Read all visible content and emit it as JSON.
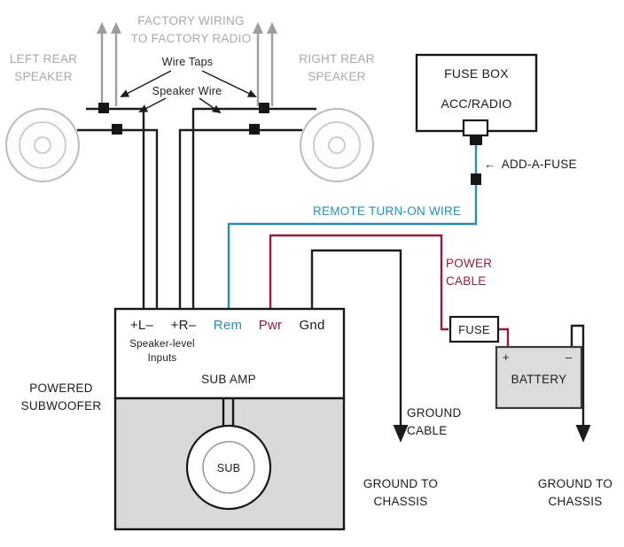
{
  "colors": {
    "gray_label": "#a9a9a9",
    "wire_black": "#1c1c1c",
    "remote_teal": "#2a8fae",
    "power_red": "#8e1f3d",
    "subwoofer_gray": "#d9d9d9",
    "battery_gray": "#dcdcdc"
  },
  "factory": {
    "wiring_line1": "FACTORY WIRING",
    "wiring_line2": "TO FACTORY RADIO"
  },
  "speakers": {
    "left_line1": "LEFT REAR",
    "left_line2": "SPEAKER",
    "right_line1": "RIGHT REAR",
    "right_line2": "SPEAKER",
    "wire_taps": "Wire Taps",
    "speaker_wire": "Speaker Wire"
  },
  "fuse_box": {
    "title": "FUSE BOX",
    "circuit": "ACC/RADIO",
    "add_a_fuse_arrow": "←",
    "add_a_fuse": "ADD-A-FUSE"
  },
  "remote": {
    "label": "REMOTE TURN-ON WIRE"
  },
  "power": {
    "cable_line1": "POWER",
    "cable_line2": "CABLE",
    "fuse": "FUSE",
    "battery": "BATTERY",
    "plus": "+",
    "minus": "–"
  },
  "amp": {
    "in_l": "+L–",
    "in_r": "+R–",
    "in_rem": "Rem",
    "in_pwr": "Pwr",
    "in_gnd": "Gnd",
    "inputs_line1": "Speaker-level",
    "inputs_line2": "Inputs",
    "title": "SUB AMP",
    "sub": "SUB",
    "powered_line1": "POWERED",
    "powered_line2": "SUBWOOFER"
  },
  "ground": {
    "cable_line1": "GROUND",
    "cable_line2": "CABLE",
    "chassis_amp_line1": "GROUND TO",
    "chassis_amp_line2": "CHASSIS",
    "chassis_batt_line1": "GROUND TO",
    "chassis_batt_line2": "CHASSIS"
  }
}
